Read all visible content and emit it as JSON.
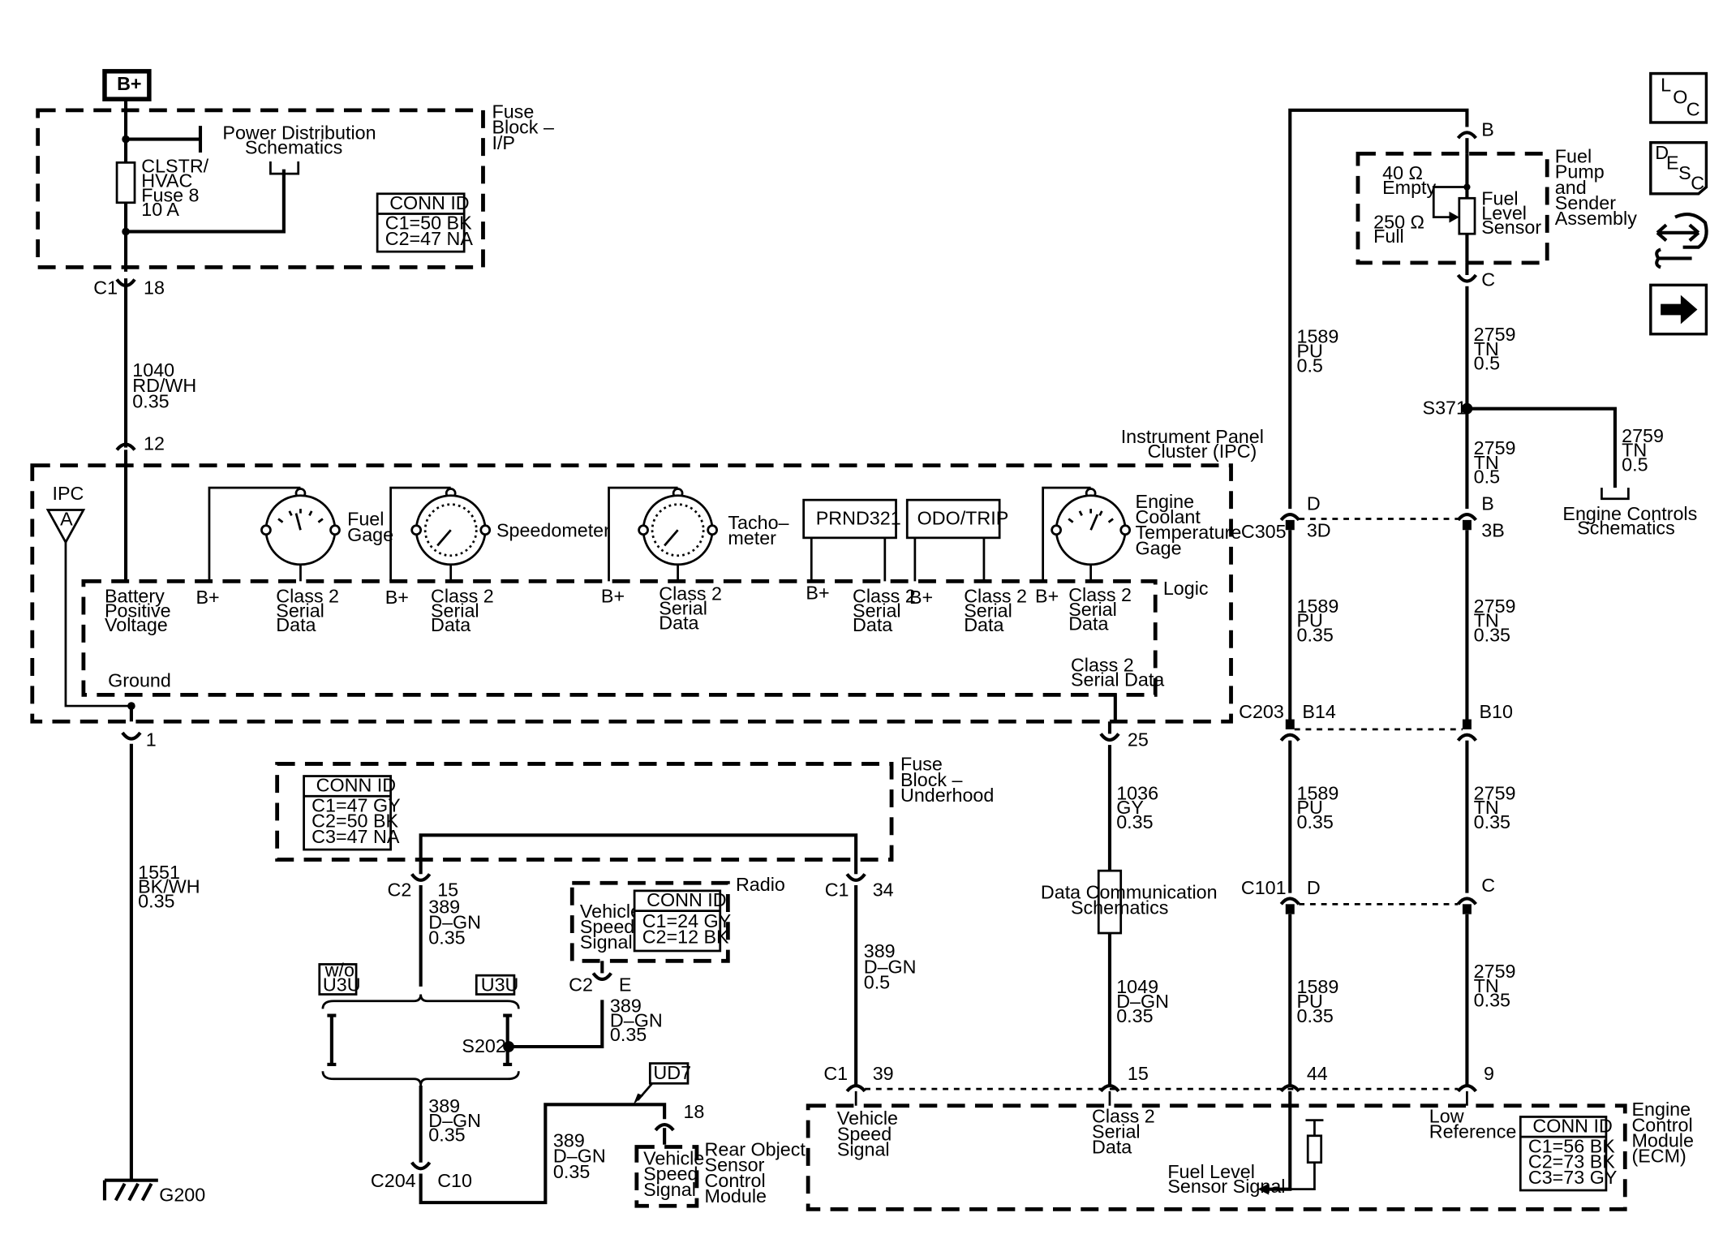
{
  "nav": {
    "loc": [
      "L",
      "O",
      "C"
    ],
    "desc": [
      "D",
      "E",
      "S",
      "C"
    ]
  },
  "power": {
    "bplus": "B+",
    "fuse_block_ip": [
      "Fuse",
      "Block –",
      "I/P"
    ],
    "power_dist": [
      "Power Distribution",
      "Schematics"
    ],
    "fuse": [
      "CLSTR/",
      "HVAC",
      "Fuse 8",
      "10 A"
    ],
    "conn_title": "CONN ID",
    "conn": [
      "C1=50 BK",
      "C2=47 NA"
    ],
    "c1": "C1",
    "pin18": "18",
    "wire_1040": [
      "1040",
      "RD/WH",
      "0.35"
    ],
    "pin12": "12"
  },
  "ipc": {
    "title": [
      "Instrument Panel",
      "Cluster (IPC)"
    ],
    "ipc": "IPC",
    "a": "A",
    "fuel_gage": [
      "Fuel",
      "Gage"
    ],
    "speedometer": "Speedometer",
    "tachometer": [
      "Tacho–",
      "meter"
    ],
    "prnd": "PRND321",
    "odo": "ODO/TRIP",
    "ect": [
      "Engine",
      "Coolant",
      "Temperature",
      "Gage"
    ],
    "logic": "Logic",
    "battery": [
      "Battery",
      "Positive",
      "Voltage"
    ],
    "bplus": "B+",
    "class2": [
      "Class 2",
      "Serial",
      "Data"
    ],
    "ground": "Ground",
    "class2_out": [
      "Class 2",
      "Serial Data"
    ],
    "pin1": "1",
    "pin25": "25"
  },
  "ground": {
    "wire_1551": [
      "1551",
      "BK/WH",
      "0.35"
    ],
    "g200": "G200"
  },
  "underhood": {
    "title": [
      "Fuse",
      "Block –",
      "Underhood"
    ],
    "conn_title": "CONN ID",
    "conn": [
      "C1=47 GY",
      "C2=50 BK",
      "C3=47 NA"
    ],
    "c2": "C2",
    "pin15": "15",
    "c1": "C1",
    "pin34": "34",
    "wire_389a": [
      "389",
      "D–GN",
      "0.35"
    ],
    "wire_389b": [
      "389",
      "D–GN",
      "0.5"
    ]
  },
  "radio": {
    "label": "Radio",
    "vss": [
      "Vehicle",
      "Speed",
      "Signal"
    ],
    "conn_title": "CONN ID",
    "conn": [
      "C1=24 GY",
      "C2=12 BK"
    ],
    "c2": "C2",
    "pinE": "E",
    "wire": [
      "389",
      "D–GN",
      "0.35"
    ]
  },
  "splice": {
    "wo_u3u": [
      "w/o",
      "U3U"
    ],
    "u3u": "U3U",
    "s202": "S202",
    "wire": [
      "389",
      "D–GN",
      "0.35"
    ],
    "c204": "C204",
    "c10": "C10",
    "wire_ro": [
      "389",
      "D–GN",
      "0.35"
    ]
  },
  "rear": {
    "ud7": "UD7",
    "pin18": "18",
    "vss": [
      "Vehicle",
      "Speed",
      "Signal"
    ],
    "module": [
      "Rear Object",
      "Sensor",
      "Control",
      "Module"
    ]
  },
  "datacomm": {
    "label": [
      "Data Communication",
      "Schematics"
    ],
    "wire_1036": [
      "1036",
      "GY",
      "0.35"
    ],
    "wire_1049": [
      "1049",
      "D–GN",
      "0.35"
    ]
  },
  "fuel_pump": {
    "title": [
      "Fuel",
      "Pump",
      "and",
      "Sender",
      "Assembly"
    ],
    "empty": [
      "40 Ω",
      "Empty"
    ],
    "full": [
      "250 Ω",
      "Full"
    ],
    "sensor": [
      "Fuel",
      "Level",
      "Sensor"
    ],
    "pinB": "B",
    "pinC": "C"
  },
  "wires": {
    "pu_05": [
      "1589",
      "PU",
      "0.5"
    ],
    "tn_05": [
      "2759",
      "TN",
      "0.5"
    ],
    "s371": "S371",
    "tn_05b": [
      "2759",
      "TN",
      "0.5"
    ],
    "tn_05c": [
      "2759",
      "TN",
      "0.5"
    ],
    "engine_ctrl": [
      "Engine Controls",
      "Schematics"
    ],
    "c305": "C305",
    "D": "D",
    "B": "B",
    "3D": "3D",
    "3B": "3B",
    "pu_035": [
      "1589",
      "PU",
      "0.35"
    ],
    "tn_035": [
      "2759",
      "TN",
      "0.35"
    ],
    "c203": "C203",
    "B14": "B14",
    "B10": "B10",
    "c101": "C101",
    "C": "C"
  },
  "ecm": {
    "c1": "C1",
    "pin39": "39",
    "pin15": "15",
    "pin44": "44",
    "pin9": "9",
    "vss": [
      "Vehicle",
      "Speed",
      "Signal"
    ],
    "class2": [
      "Class 2",
      "Serial",
      "Data"
    ],
    "low_ref": [
      "Low",
      "Reference"
    ],
    "fuel_level": [
      "Fuel Level",
      "Sensor Signal"
    ],
    "conn_title": "CONN ID",
    "conn": [
      "C1=56 BK",
      "C2=73 BK",
      "C3=73 GY"
    ],
    "title": [
      "Engine",
      "Control",
      "Module",
      "(ECM)"
    ]
  }
}
